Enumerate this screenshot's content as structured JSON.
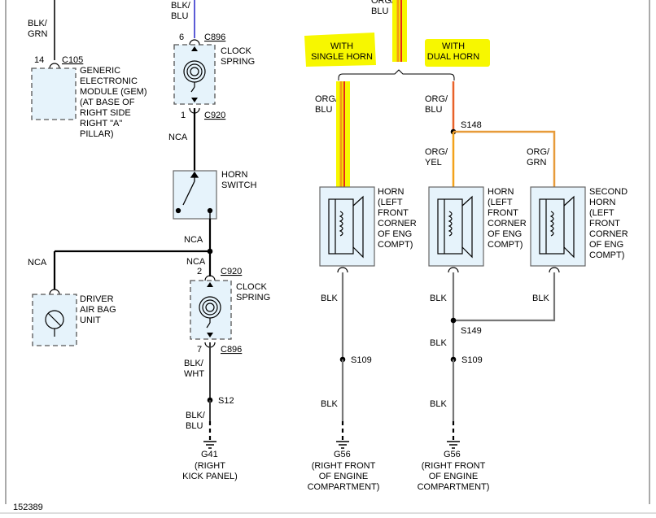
{
  "diagram_id": "152389",
  "top_left_wire": {
    "color": "BLK/\nGRN"
  },
  "gem": {
    "pin": "14",
    "connector": "C105",
    "label": "GENERIC\nELECTRONIC\nMODULE (GEM)\n(AT BASE OF\nRIGHT SIDE\nRIGHT \"A\"\nPILLAR)"
  },
  "clock_spring_top": {
    "wire_in": "BLK/\nBLU",
    "pin_top": "6",
    "conn_top": "C896",
    "label": "CLOCK\nSPRING",
    "pin_bottom": "1",
    "conn_bottom": "C920"
  },
  "nca_1": "NCA",
  "horn_switch": {
    "label": "HORN\nSWITCH"
  },
  "nca_2": "NCA",
  "nca_left": "NCA",
  "nca_3": "NCA",
  "clock_spring_bottom": {
    "pin_top": "2",
    "conn_top": "C920",
    "label": "CLOCK\nSPRING",
    "pin_bottom": "7",
    "conn_bottom": "C896"
  },
  "airbag": {
    "label": "DRIVER\nAIR BAG\nUNIT"
  },
  "wire_blk_wht": "BLK/\nWHT",
  "splice_s12": "S12",
  "wire_blk_blu_bottom": "BLK/\nBLU",
  "ground_g41": {
    "id": "G41",
    "label": "(RIGHT\nKICK PANEL)"
  },
  "feed_top": "ORG/\nBLU",
  "option_single": "WITH\nSINGLE HORN",
  "option_dual": "WITH\nDUAL HORN",
  "single_feed": "ORG/\nBLU",
  "dual_feed": "ORG/\nBLU",
  "splice_s148": "S148",
  "wire_org_yel": "ORG/\nYEL",
  "wire_org_grn": "ORG/\nGRN",
  "horn_label": "HORN\n(LEFT\nFRONT\nCORNER\nOF ENG\nCOMPT)",
  "horn2_label": "HORN\n(LEFT\nFRONT\nCORNER\nOF ENG\nCOMPT)",
  "second_horn_label": "SECOND\nHORN\n(LEFT\nFRONT\nCORNER\nOF ENG\nCOMPT)",
  "blk_1": "BLK",
  "blk_2": "BLK",
  "blk_3": "BLK",
  "splice_s149": "S149",
  "blk_4": "BLK",
  "splice_s109_a": "S109",
  "splice_s109_b": "S109",
  "blk_5": "BLK",
  "blk_6": "BLK",
  "ground_g56_a": {
    "id": "G56",
    "label": "(RIGHT FRONT\nOF ENGINE\nCOMPARTMENT)"
  },
  "ground_g56_b": {
    "id": "G56",
    "label": "(RIGHT FRONT\nOF ENGINE\nCOMPARTMENT)"
  },
  "colors": {
    "org": "#f39c12",
    "red": "#e8271c",
    "yellow": "#f7f700",
    "blu": "#5b5bd6",
    "wire": "#3a3a3a"
  }
}
